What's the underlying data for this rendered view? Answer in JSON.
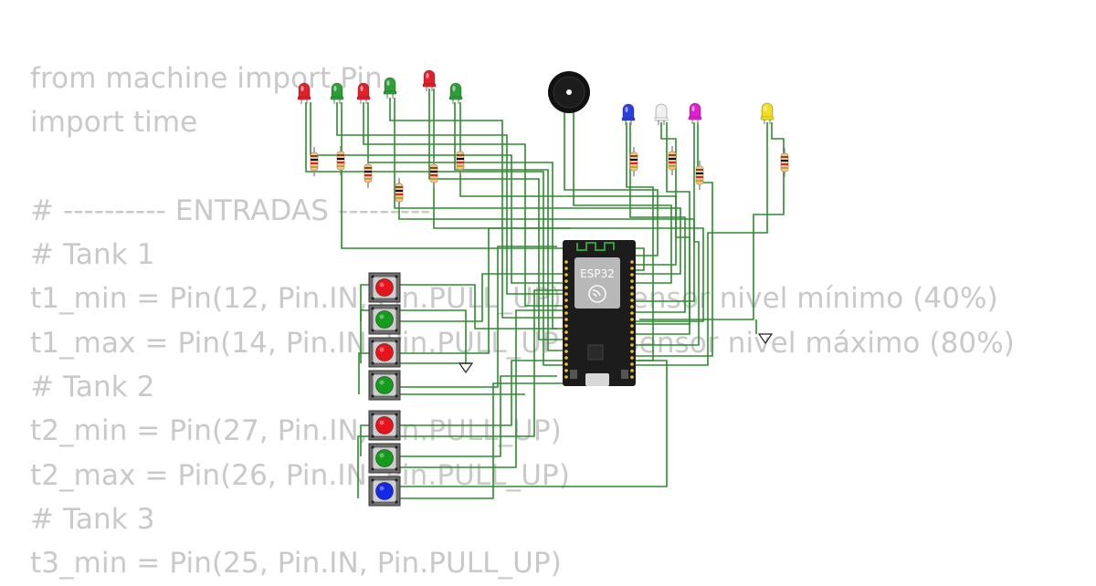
{
  "code": {
    "lines": [
      "from machine import Pin",
      "import time",
      "",
      "# ---------- ENTRADAS ---------",
      "# Tank 1",
      "t1_min = Pin(12, Pin.IN, Pin.PULL_UP)  # Sensor nivel mínimo (40%)",
      "t1_max = Pin(14, Pin.IN, Pin.PULL_UP)  # Sensor nivel máximo (80%)",
      "# Tank 2",
      "t2_min = Pin(27, Pin.IN, Pin.PULL_UP)",
      "t2_max = Pin(26, Pin.IN, Pin.PULL_UP)",
      "# Tank 3",
      "t3_min = Pin(25, Pin.IN, Pin.PULL_UP)"
    ]
  },
  "board": {
    "label": "ESP32",
    "body_color": "#1c1c1c",
    "module_color": "#b8b8b8",
    "pin_color": "#f1c232"
  },
  "wire_color": "#2e8b2e",
  "leds": [
    {
      "name": "led-red-1",
      "color": "#e0212c"
    },
    {
      "name": "led-green-1",
      "color": "#2f9e3a"
    },
    {
      "name": "led-red-2",
      "color": "#e0212c"
    },
    {
      "name": "led-green-2",
      "color": "#2f9e3a"
    },
    {
      "name": "led-red-3",
      "color": "#e0212c"
    },
    {
      "name": "led-green-3",
      "color": "#2f9e3a"
    },
    {
      "name": "led-blue",
      "color": "#2a3fe0"
    },
    {
      "name": "led-white",
      "color": "#f0f0f0"
    },
    {
      "name": "led-magenta",
      "color": "#e020d0"
    },
    {
      "name": "led-yellow",
      "color": "#f0e020"
    }
  ],
  "buttons": [
    {
      "name": "pushbutton-red-1",
      "color": "#e8141c"
    },
    {
      "name": "pushbutton-green-1",
      "color": "#149c1c"
    },
    {
      "name": "pushbutton-red-2",
      "color": "#e8141c"
    },
    {
      "name": "pushbutton-green-2",
      "color": "#149c1c"
    },
    {
      "name": "pushbutton-red-3",
      "color": "#e8141c"
    },
    {
      "name": "pushbutton-green-3",
      "color": "#149c1c"
    },
    {
      "name": "pushbutton-blue",
      "color": "#1428e8"
    }
  ]
}
